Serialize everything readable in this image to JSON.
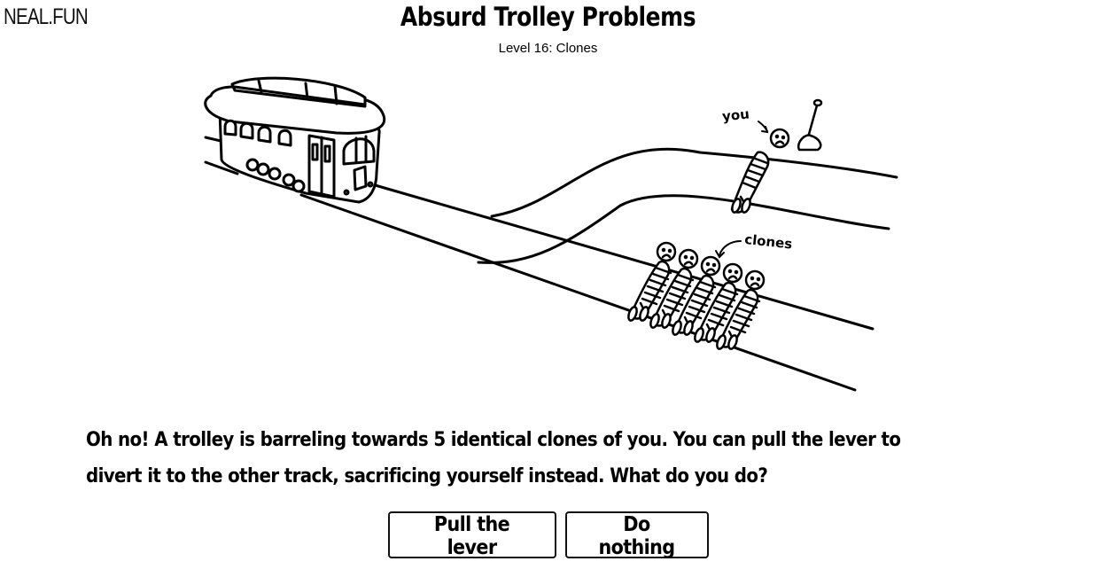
{
  "site": {
    "logo": "NEAL.FUN"
  },
  "header": {
    "title": "Absurd Trolley Problems",
    "subtitle": "Level 16: Clones"
  },
  "scene": {
    "labels": {
      "you": "you",
      "clones": "clones"
    },
    "clone_count": 5,
    "icons": [
      "trolley-icon",
      "lever-icon",
      "you-person-icon",
      "clone-person-icon"
    ]
  },
  "description": {
    "line1": "Oh no! A trolley is barreling towards 5 identical clones of you. You can pull the lever to",
    "line2": "divert it to the other track, sacrificing yourself instead. What do you do?"
  },
  "choices": {
    "pull_label": "Pull the lever",
    "nothing_label": "Do nothing"
  }
}
